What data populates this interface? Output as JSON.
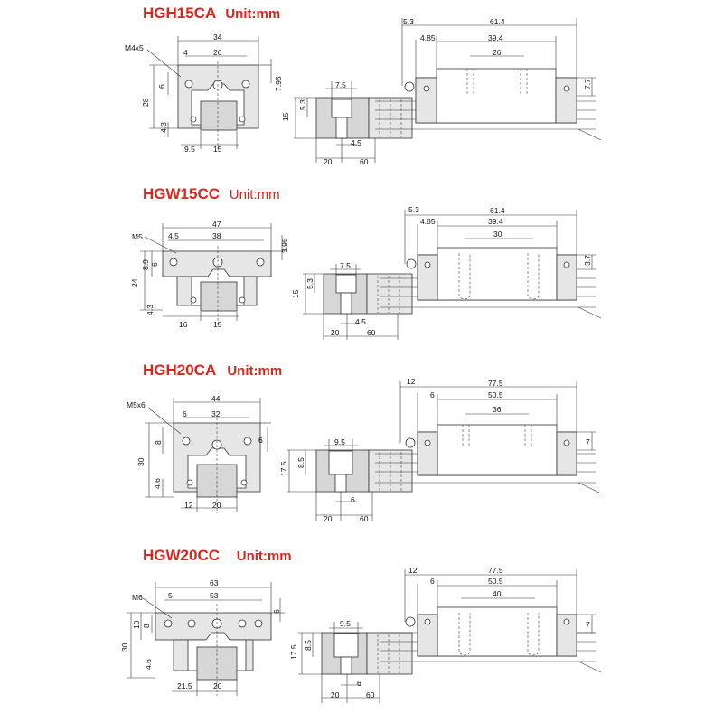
{
  "sections": [
    {
      "model": "HGH15CA",
      "unit": "Unit:mm",
      "front": {
        "thread": "M4x5",
        "width": "34",
        "hole_pitch": "26",
        "hole_offset": "4",
        "height": "28",
        "thread_height": "6",
        "top_offset": "7.95",
        "rail_height": "4.3",
        "rail_half": "9.5",
        "rail_width": "15"
      },
      "rail": {
        "screw_head": "7.5",
        "counterbore": "5.3",
        "rail_h": "15",
        "hole": "4.5",
        "end": "20",
        "pitch": "60"
      },
      "side": {
        "grease": "5.3",
        "end_cap": "4.85",
        "length": "61.4",
        "body_length": "39.4",
        "hole_pitch": "26",
        "side_h": "7.7"
      }
    },
    {
      "model": "HGW15CC",
      "unit": "Unit:mm",
      "front": {
        "thread": "M5",
        "width": "47",
        "hole_pitch": "38",
        "hole_offset": "4.5",
        "height": "24",
        "thread_height": "6",
        "flange": "8.9",
        "top_offset": "3.95",
        "rail_height": "4.3",
        "rail_half": "16",
        "rail_width": "15"
      },
      "rail": {
        "screw_head": "7.5",
        "counterbore": "5.3",
        "rail_h": "15",
        "hole": "4.5",
        "end": "20",
        "pitch": "60"
      },
      "side": {
        "grease": "5.3",
        "end_cap": "4.85",
        "length": "61.4",
        "body_length": "39.4",
        "hole_pitch": "30",
        "side_h": "3.7"
      }
    },
    {
      "model": "HGH20CA",
      "unit": "Unit:mm",
      "front": {
        "thread": "M5x6",
        "width": "44",
        "hole_pitch": "32",
        "hole_offset": "6",
        "height": "30",
        "thread_height": "8",
        "top_offset": "6",
        "rail_height": "4.6",
        "rail_half": "12",
        "rail_width": "20"
      },
      "rail": {
        "screw_head": "9.5",
        "counterbore": "8.5",
        "rail_h": "17.5",
        "hole": "6",
        "end": "20",
        "pitch": "60"
      },
      "side": {
        "grease": "12",
        "end_cap": "6",
        "length": "77.5",
        "body_length": "50.5",
        "hole_pitch": "36",
        "side_h": "7"
      }
    },
    {
      "model": "HGW20CC",
      "unit": "Unit:mm",
      "front": {
        "thread": "M6",
        "width": "63",
        "hole_pitch": "53",
        "hole_offset": "5",
        "height": "30",
        "thread_height": "10",
        "flange": "8",
        "top_offset": "6",
        "rail_height": "4.6",
        "rail_half": "21.5",
        "rail_width": "20"
      },
      "rail": {
        "screw_head": "9.5",
        "counterbore": "8.5",
        "rail_h": "17.5",
        "hole": "6",
        "end": "20",
        "pitch": "60"
      },
      "side": {
        "grease": "12",
        "end_cap": "6",
        "length": "77.5",
        "body_length": "50.5",
        "hole_pitch": "40",
        "side_h": "7"
      }
    }
  ]
}
